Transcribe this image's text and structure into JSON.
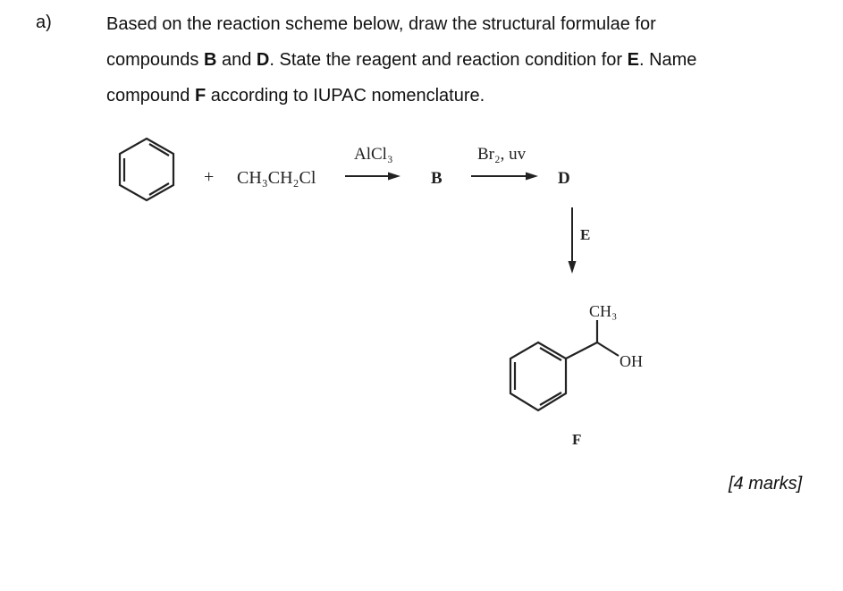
{
  "question": {
    "label": "a)",
    "line1": "Based on the reaction scheme below, draw the structural formulae for",
    "line2_a": "compounds ",
    "line2_b": "B",
    "line2_c": " and ",
    "line2_d": "D",
    "line2_e": ". State the reagent and reaction condition for ",
    "line2_f": "E",
    "line2_g": ". Name",
    "line3_a": "compound ",
    "line3_b": "F",
    "line3_c": " according to IUPAC nomenclature."
  },
  "scheme": {
    "plus": "+",
    "reactant": "CH₃CH₂Cl",
    "reagent1": "AlCl₃",
    "compound_b": "B",
    "reagent2": "Br₂, uv",
    "compound_d": "D",
    "reagent3": "E",
    "f_ch3": "CH₃",
    "f_oh": "OH",
    "compound_f": "F"
  },
  "marks": "[4 marks]"
}
